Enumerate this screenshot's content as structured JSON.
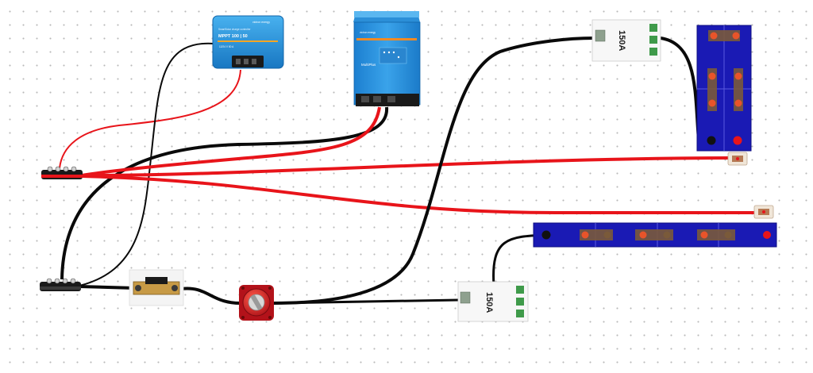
{
  "mppt": {
    "brand": "victron energy",
    "subtitle": "SmartSolar charge controller",
    "model": "MPPT 100 | 50",
    "spec": "12/24 V 50 A"
  },
  "inverter": {
    "brand": "victron energy",
    "model": "MultiPlus"
  },
  "bms_top": {
    "rating": "150A"
  },
  "bms_bottom": {
    "rating": "150A"
  },
  "colors": {
    "positive_wire": "#e8141a",
    "negative_wire": "#0a0a0a",
    "victron_blue": "#1f8ed6",
    "battery_blue": "#1a1ab4",
    "terminal_orange": "#e8542a",
    "terminal_brown": "#7a5a3a"
  },
  "icons": {
    "battery_switch": "battery-switch-icon",
    "shunt": "shunt-icon",
    "fuse": "fuse-icon",
    "busbar": "busbar-icon"
  }
}
